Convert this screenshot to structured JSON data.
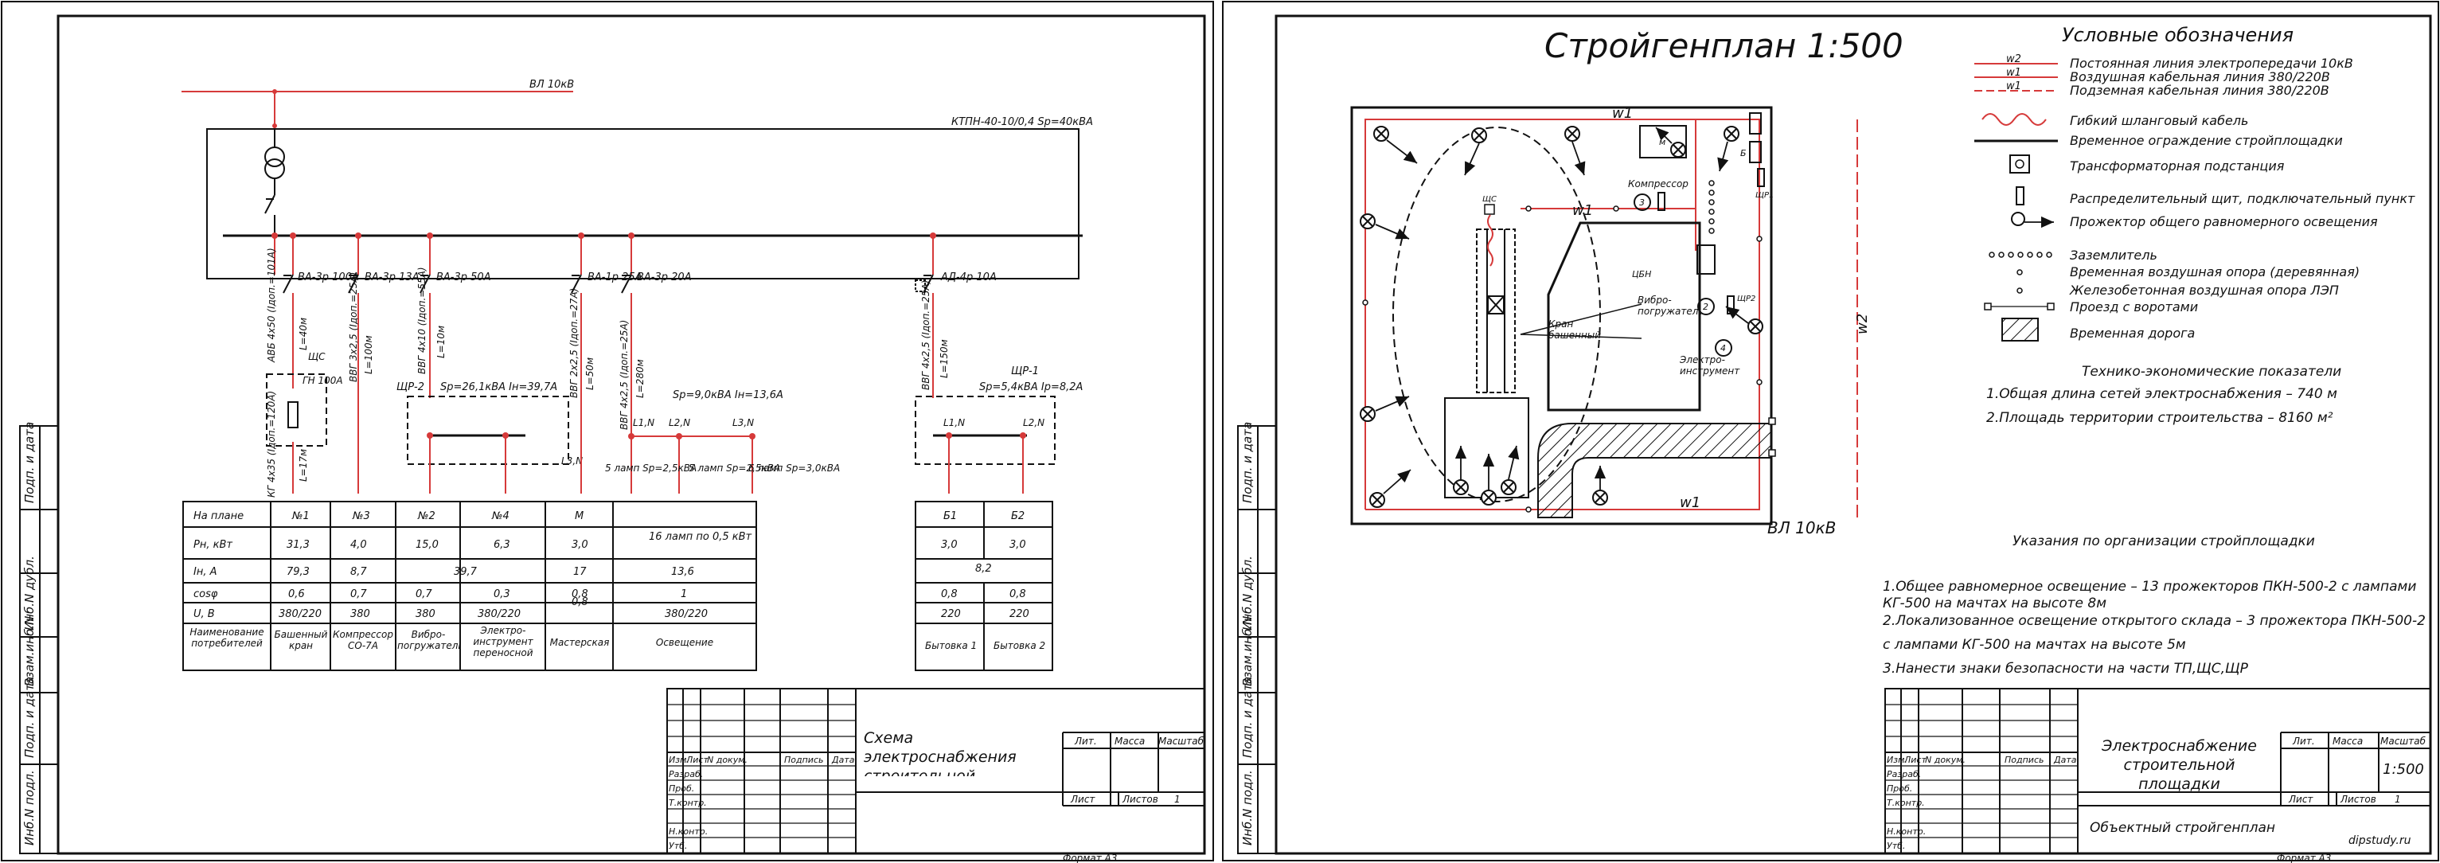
{
  "sheet1": {
    "vl_label": "ВЛ 10кВ",
    "ktp_label": "КТПН-40-10/0,4 Sр=40кВА",
    "breakers": [
      "ВА-3р 100А",
      "ВА-3р 13А",
      "ВА-3р 50А",
      "ВА-1р 25А",
      "ВА-3р 20А",
      "АД-4р 10А"
    ],
    "cables": {
      "c1": "АВБ 4х50 (Iдоп.=101А)",
      "c1_len": "L=40м",
      "c2": "ВВГ 3х2,5 (Iдоп.=25А)",
      "c2_len": "L=100м",
      "c3": "ВВГ 4х10 (Iдоп.=55А)",
      "c3_len": "L=10м",
      "c4": "ВВГ 2х2,5 (Iдоп.=27А)",
      "c4_len": "L=50м",
      "c5": "ВВГ 4х2,5 (Iдоп.=25А)",
      "c5_len": "L=280м",
      "c6": "ВВГ 4х2,5 (Iдоп.=25А)",
      "c6_len": "L=150м",
      "c7": "КГ 4х35 (Iдоп.=120А)",
      "c7_len": "L=17м"
    },
    "sc_label": "ЩС",
    "gn_label": "ГН 100А",
    "sr2_label": "ЩР-2",
    "sr2_power": "Sр=26,1кВА Iн=39,7А",
    "l3n_left": "L3,N",
    "l1n_a": "L1,N",
    "l2n_a": "L2,N",
    "l3n_a": "L3,N",
    "lights_power": "Sр=9,0кВА Iн=13,6А",
    "lamps": [
      "5 ламп Sр=2,5кВА",
      "5 ламп Sр=2,5кВА",
      "6 ламп Sр=3,0кВА"
    ],
    "sr1_label": "ЩР-1",
    "sr1_power": "Sр=5,4кВА Iр=8,2А",
    "l1n_b": "L1,N",
    "l2n_b": "L2,N",
    "table": {
      "headers": [
        "На плане",
        "№1",
        "№3",
        "№2",
        "№4",
        "М",
        "16 ламп по 0,5 кВт"
      ],
      "row_labels": [
        "Рн, кВт",
        "Iн, А",
        "cosφ",
        "U, В",
        "Наименование потребителей"
      ],
      "p": [
        "31,3",
        "4,0",
        "15,0",
        "6,3",
        "3,0"
      ],
      "i": [
        "79,3",
        "8,7",
        "39,7",
        "17",
        "13,6"
      ],
      "cos": [
        "0,6",
        "0,7",
        "0,7",
        "0,3",
        "0,8",
        "1"
      ],
      "u": [
        "380/220",
        "380",
        "380",
        "380/220",
        "0,8",
        "380/220"
      ],
      "names": [
        "Башенный кран",
        "Компрессор СО-7А",
        "Вибро-погружатель",
        "Электро-инструмент переносной",
        "Мастерская",
        "Освещение"
      ]
    },
    "table2": {
      "headers": [
        "Б1",
        "Б2"
      ],
      "p": [
        "3,0",
        "3,0"
      ],
      "i": "8,2",
      "cos": [
        "0,8",
        "0,8"
      ],
      "u": [
        "220",
        "220"
      ],
      "names": [
        "Бытовка 1",
        "Бытовка 2"
      ]
    },
    "stamp": {
      "title": "Схема электроснабжения строительной площадки",
      "cols": [
        "Изм.",
        "Лист",
        "N докум.",
        "Подпись",
        "Дата"
      ],
      "rows": [
        "Разраб.",
        "Проб.",
        "Т.контр.",
        "Н.контр.",
        "Утб."
      ],
      "lit": "Лит.",
      "massa": "Масса",
      "masshtab": "Масштаб",
      "list": "Лист",
      "listov": "Листов",
      "listov_num": "1",
      "format": "Формат А3"
    },
    "side": [
      "Инб.N подл.",
      "Подп. и дата",
      "Взам.инб.N",
      "Инб.N дубл.",
      "Подп. и дата"
    ]
  },
  "sheet2": {
    "title": "Стройгенплан 1:500",
    "legend_title": "Условные обозначения",
    "legend": [
      "Постоянная линия электропередачи 10кВ",
      "Воздушная кабельная линия 380/220В",
      "Подземная кабельная линия 380/220В",
      "Гибкий шланговый кабель",
      "Временное ограждение стройплощадки",
      "Трансформаторная подстанция",
      "Распределительный щит, подключательный пункт",
      "Прожектор общего равномерного освещения",
      "Заземлитель",
      "Временная воздушная опора (деревянная)",
      "Железобетонная воздушная опора ЛЭП",
      "Проезд с воротами",
      "Временная дорога"
    ],
    "legend_codes": [
      "w2",
      "w1",
      "w1"
    ],
    "tep_title": "Технико-экономические показатели",
    "tep": [
      "1.Общая длина сетей электроснабжения – 740 м",
      "2.Площадь территории строительства – 8160 м²"
    ],
    "plan": {
      "w1_top": "w1",
      "w1_mid": "w1",
      "w1_bottom": "w1",
      "w2": "w2",
      "vl": "ВЛ 10кВ",
      "compressor": "Компрессор",
      "vibro": "Вибро-погружатель",
      "crane": "Кран башенный",
      "electro": "Электро-инструмент",
      "m": "м",
      "b": "Б",
      "sc": "ЩС",
      "sr1": "ЩР1",
      "sr2": "ЩР2",
      "c3": "3",
      "c2": "2",
      "c4": "4",
      "cbn": "ЦБН"
    },
    "notes_title": "Указания по организации стройплощадки",
    "notes": [
      "1.Общее равномерное освещение – 13 прожекторов ПКН-500-2 с лампами",
      "КГ-500 на мачтах на высоте 8м",
      "2.Локализованное освещение открытого склада – 3 прожектора ПКН-500-2",
      "с лампами КГ-500 на мачтах на высоте 5м",
      "3.Нанести знаки безопасности на части ТП,ЩС,ЩР"
    ],
    "stamp": {
      "title": "Электроснабжение строительной площадки",
      "subtitle": "Объектный стройгенплан",
      "scale": "1:500",
      "cols": [
        "Изм.",
        "Лист",
        "N докум.",
        "Подпись",
        "Дата"
      ],
      "rows": [
        "Разраб.",
        "Проб.",
        "Т.контр.",
        "Н.контр.",
        "Утб."
      ],
      "lit": "Лит.",
      "massa": "Масса",
      "masshtab": "Масштаб",
      "list": "Лист",
      "listov": "Листов",
      "listov_num": "1",
      "format": "Формат А3",
      "watermark": "dipstudy.ru"
    },
    "side": [
      "Инб.N подл.",
      "Подп. и дата",
      "Взам.инб.N",
      "Инб.N дубл.",
      "Подп. и дата"
    ]
  }
}
